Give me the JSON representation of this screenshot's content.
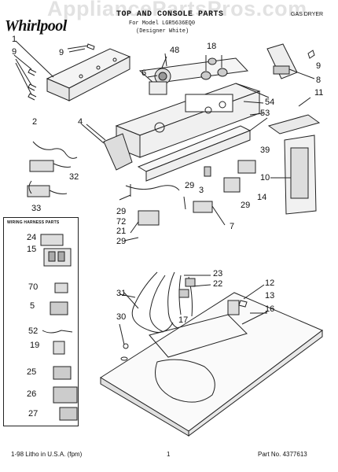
{
  "header": {
    "logo_text": "Whirlpool",
    "watermark": "AppliancePartsPros.com",
    "title": "TOP AND CONSOLE PARTS",
    "model": "For Model LGR5636EQ0",
    "designer": "(Designer White)",
    "doc_type": "GAS DRYER"
  },
  "harness_box": {
    "title": "WIRING HARNESS PARTS"
  },
  "callouts": [
    "1",
    "9",
    "9",
    "48",
    "18",
    "6",
    "2",
    "4",
    "54",
    "53",
    "11",
    "39",
    "32",
    "10",
    "33",
    "29",
    "3",
    "29",
    "14",
    "72",
    "21",
    "29",
    "7",
    "24",
    "15",
    "70",
    "5",
    "52",
    "19",
    "25",
    "26",
    "27",
    "31",
    "30",
    "23",
    "22",
    "17",
    "12",
    "13",
    "16",
    "8",
    "9",
    "29"
  ],
  "footer": {
    "left": "1-98 Litho in U.S.A. (fpm)",
    "page": "1",
    "right": "Part No. 4377613"
  }
}
